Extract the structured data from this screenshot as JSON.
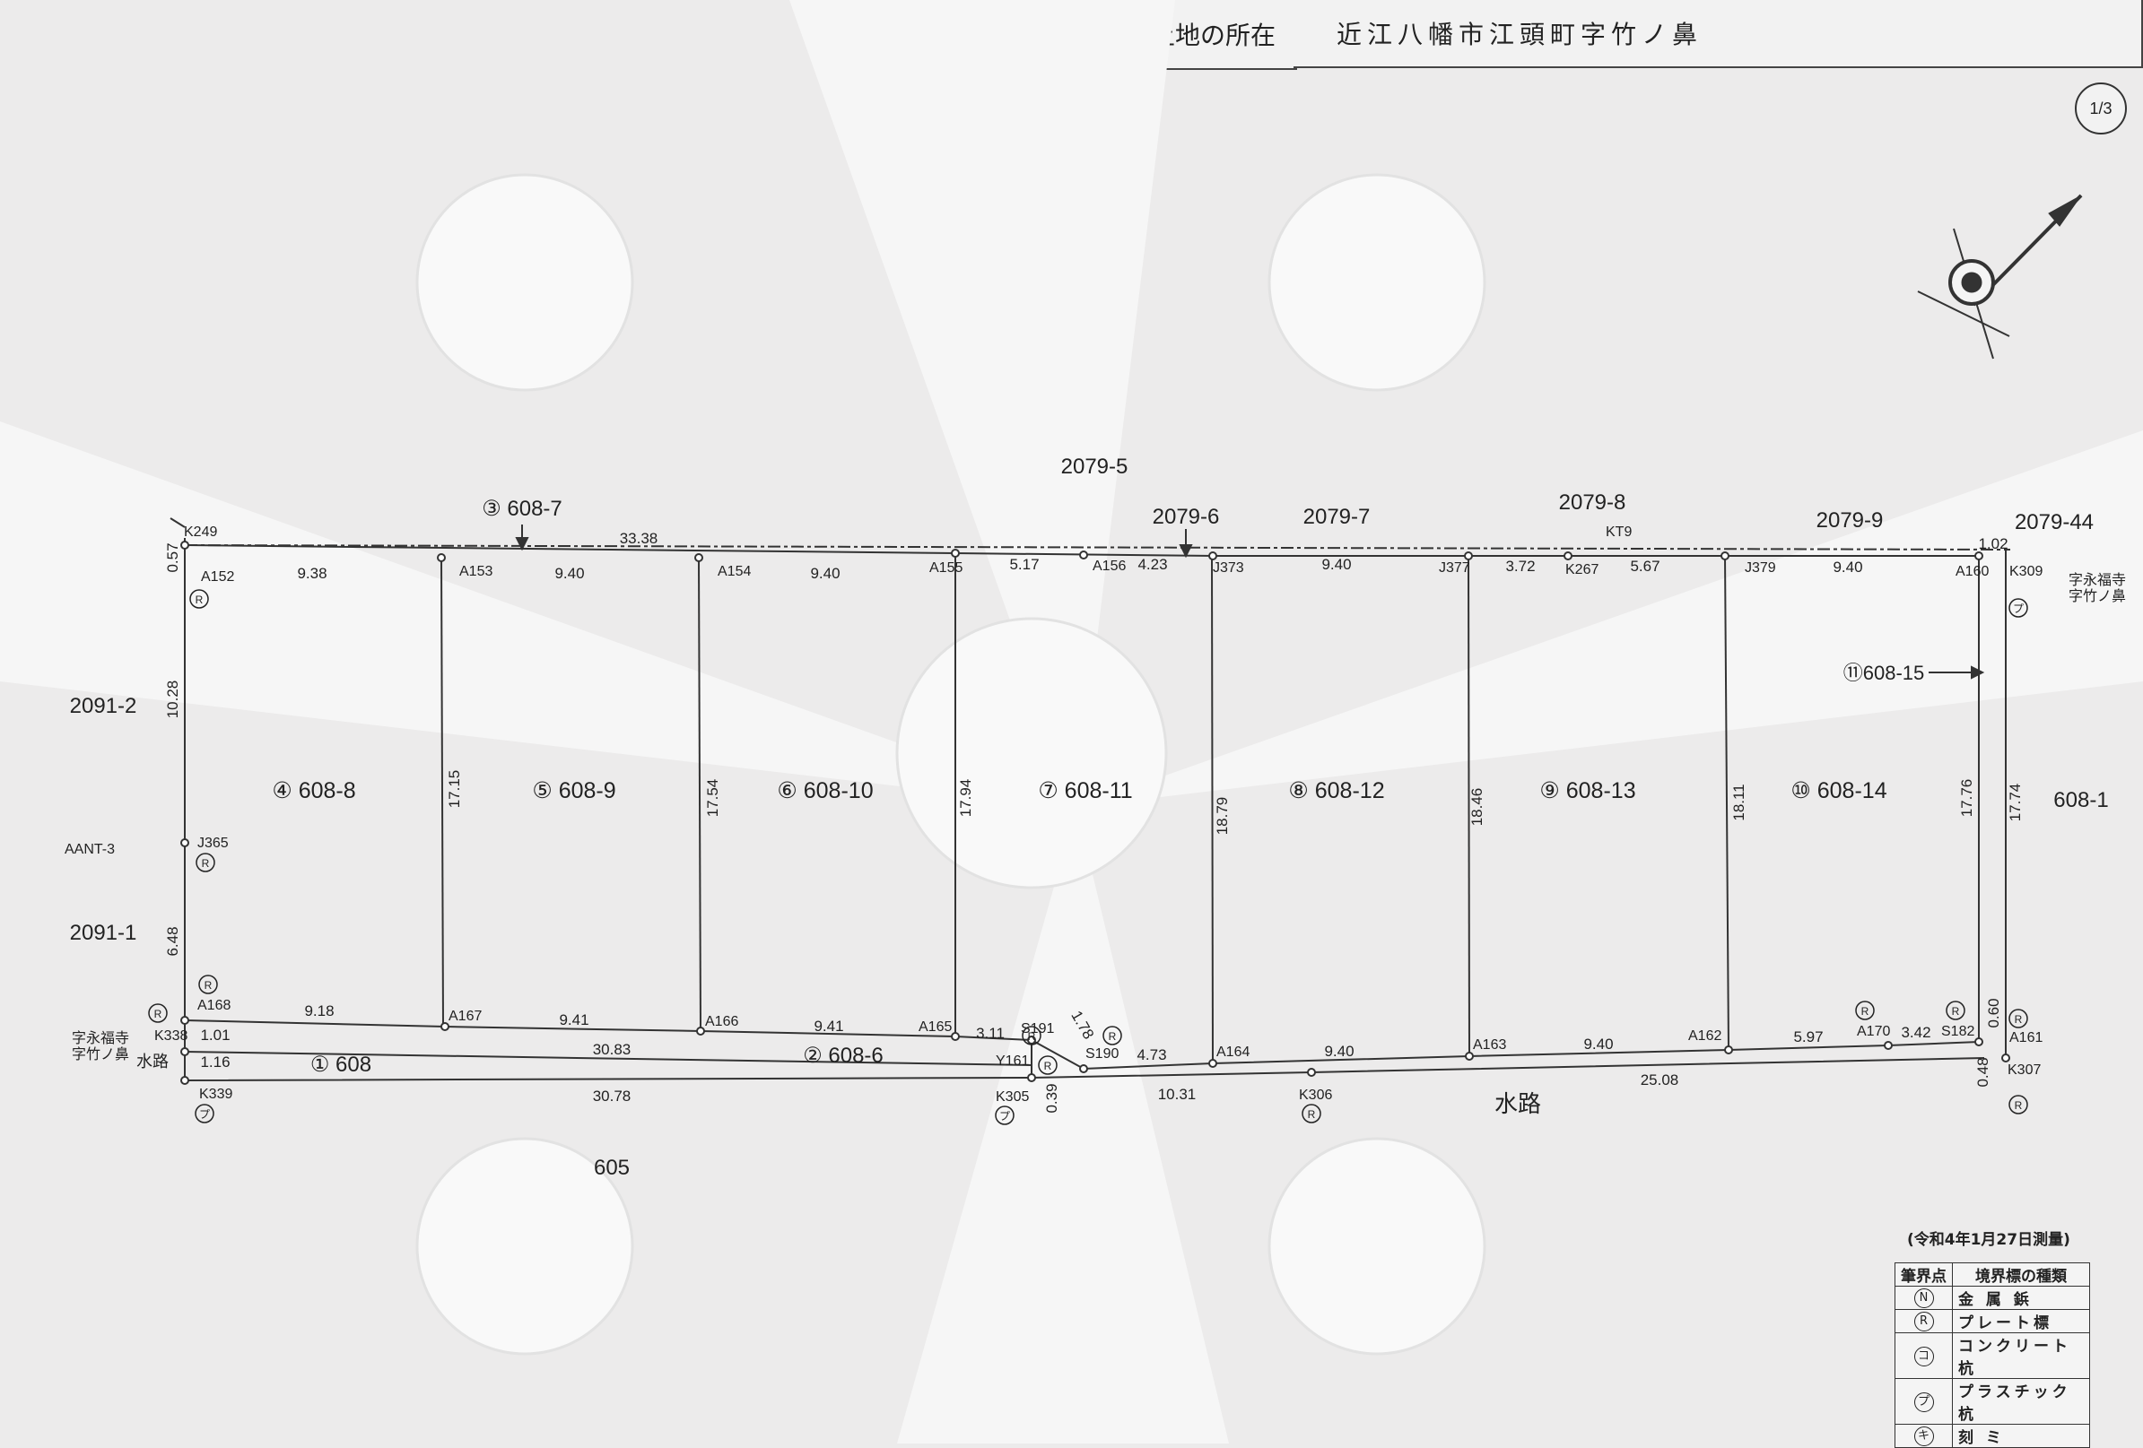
{
  "header": {
    "label": "土地の所在",
    "value": "近江八幡市江頭町字竹ノ鼻"
  },
  "sheet": {
    "num": "1",
    "den": "3"
  },
  "survey_date": "(令和4年1月27日測量)",
  "legend": {
    "col1": "筆界点",
    "col2": "境界標の種類",
    "rows": [
      {
        "sym": "N",
        "name": "金 属 鋲"
      },
      {
        "sym": "R",
        "name": "プレート標"
      },
      {
        "sym": "コ",
        "name": "コンクリート杭"
      },
      {
        "sym": "プ",
        "name": "プラスチック杭"
      },
      {
        "sym": "キ",
        "name": "刻 ミ"
      }
    ]
  },
  "plot": {
    "parcels": [
      {
        "no": "④",
        "lot": "608-8"
      },
      {
        "no": "⑤",
        "lot": "608-9"
      },
      {
        "no": "⑥",
        "lot": "608-10"
      },
      {
        "no": "⑦",
        "lot": "608-11"
      },
      {
        "no": "⑧",
        "lot": "608-12"
      },
      {
        "no": "⑨",
        "lot": "608-13"
      },
      {
        "no": "⑩",
        "lot": "608-14"
      }
    ],
    "other_parcels": [
      {
        "no": "③",
        "lot": "608-7"
      },
      {
        "no": "①",
        "lot": "608"
      },
      {
        "no": "②",
        "lot": "608-6"
      },
      {
        "no": "⑪",
        "lot": "608-15"
      }
    ],
    "neighbors": [
      "2079-5",
      "2079-6",
      "2079-7",
      "2079-8",
      "2079-9",
      "2079-44",
      "2091-2",
      "2091-1",
      "608-1",
      "605"
    ],
    "area_names": {
      "top_right": "字永福寺\n字竹ノ鼻",
      "left": "字永福寺\n字竹ノ鼻",
      "canal_left": "水路",
      "canal": "水路"
    },
    "top_points": [
      "A152",
      "A153",
      "A154",
      "A155",
      "A156",
      "J373",
      "J377",
      "K267",
      "J379",
      "A160"
    ],
    "bottom_points": [
      "A168",
      "A167",
      "A166",
      "A165",
      "S191",
      "S190",
      "A164",
      "A163",
      "A162",
      "A170",
      "S182",
      "A161"
    ],
    "other_points": [
      "K249",
      "K309",
      "J365",
      "K338",
      "K339",
      "Y161",
      "K305",
      "K306",
      "K307",
      "KT9",
      "AANT-3"
    ],
    "top_dims": [
      "9.38",
      "9.40",
      "9.40",
      "5.17",
      "4.23",
      "9.40",
      "3.72",
      "5.67",
      "9.40",
      "1.02"
    ],
    "bottom_dims": [
      "9.18",
      "9.41",
      "9.41",
      "3.11",
      "1.78",
      "4.73",
      "9.40",
      "9.40",
      "5.97",
      "3.42"
    ],
    "lower_dims": [
      "1.01",
      "30.83",
      "1.16",
      "30.78",
      "10.31",
      "25.08",
      "0.39",
      "0.48",
      "0.60"
    ],
    "top_line_dims": [
      "33.38",
      "0.57"
    ],
    "vertical_dims": [
      "10.28",
      "6.48",
      "17.15",
      "17.54",
      "17.94",
      "18.79",
      "18.46",
      "18.11",
      "17.76",
      "17.74"
    ]
  }
}
